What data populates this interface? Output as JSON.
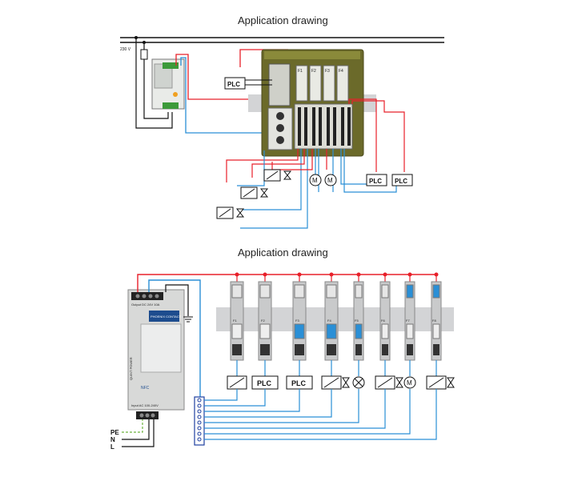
{
  "drawing1": {
    "title": "Application drawing",
    "voltage_label": "230 V",
    "plc_labels": [
      "PLC",
      "PLC",
      "PLC"
    ],
    "motor_labels": [
      "M",
      "M"
    ],
    "fuse_labels": [
      "F1",
      "F2",
      "F3",
      "F4"
    ]
  },
  "drawing2": {
    "title": "Application drawing",
    "psu_brand": "PHOENIX CONTACT",
    "psu_model": "QUINT POWER",
    "psu_output": "Output DC 24V 10A",
    "psu_input": "Input AC 100-240V",
    "psu_nfc": "NFC",
    "supply_labels": [
      "PE",
      "N",
      "L"
    ],
    "plc_labels": [
      "PLC",
      "PLC"
    ],
    "motor_label": "M",
    "fuse_labels": [
      "F1",
      "F2",
      "F3",
      "F4",
      "F5",
      "F6",
      "F7",
      "F8"
    ]
  },
  "colors": {
    "red": "#e8202a",
    "blue": "#2a8fd6",
    "dark_blue": "#1f3fa0",
    "green_dash": "#6db33f",
    "rail": "#d3d4d6",
    "module_base": "#6b6a2a"
  }
}
